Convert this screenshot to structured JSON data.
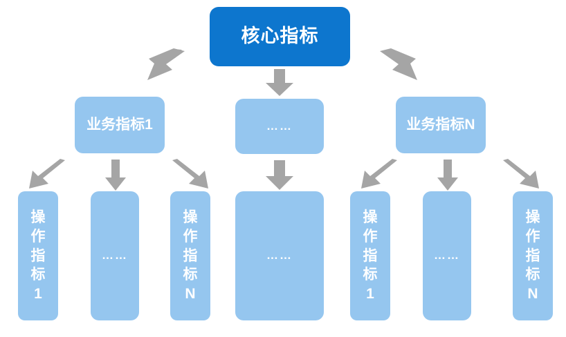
{
  "diagram": {
    "title_text": "核心指标",
    "ellipsis_text": "……",
    "colors": {
      "core_fill": "#0d76ce",
      "node_fill": "#95c6ef",
      "arrow_fill": "#a5a5a5",
      "text": "#ffffff",
      "background": "#ffffff"
    },
    "levels": {
      "core": {
        "label": "核心指标"
      },
      "business": [
        {
          "label": "业务指标1",
          "kind": "business-metric"
        },
        {
          "label": "……",
          "kind": "ellipsis"
        },
        {
          "label": "业务指标N",
          "kind": "business-metric"
        }
      ],
      "operation": [
        {
          "label": "操\n作\n指\n标\n1",
          "kind": "operation-metric"
        },
        {
          "label": "……",
          "kind": "ellipsis"
        },
        {
          "label": "操\n作\n指\n标\nN",
          "kind": "operation-metric"
        },
        {
          "label": "……",
          "kind": "ellipsis"
        },
        {
          "label": "操\n作\n指\n标\n1",
          "kind": "operation-metric"
        },
        {
          "label": "……",
          "kind": "ellipsis"
        },
        {
          "label": "操\n作\n指\n标\nN",
          "kind": "operation-metric"
        }
      ]
    },
    "arrows": [
      {
        "name": "arrow-core-to-business-1",
        "direction": "down-left"
      },
      {
        "name": "arrow-core-to-business-ellipsis",
        "direction": "down"
      },
      {
        "name": "arrow-core-to-business-n",
        "direction": "down-right"
      },
      {
        "name": "arrow-business1-to-op1",
        "direction": "down-left"
      },
      {
        "name": "arrow-business1-to-op-ellipsis",
        "direction": "down"
      },
      {
        "name": "arrow-business1-to-opn",
        "direction": "down-right"
      },
      {
        "name": "arrow-ellipsis-to-ellipsis",
        "direction": "down"
      },
      {
        "name": "arrow-businessn-to-op1",
        "direction": "down-left"
      },
      {
        "name": "arrow-businessn-to-op-ellipsis",
        "direction": "down"
      },
      {
        "name": "arrow-businessn-to-opn",
        "direction": "down-right"
      }
    ]
  }
}
